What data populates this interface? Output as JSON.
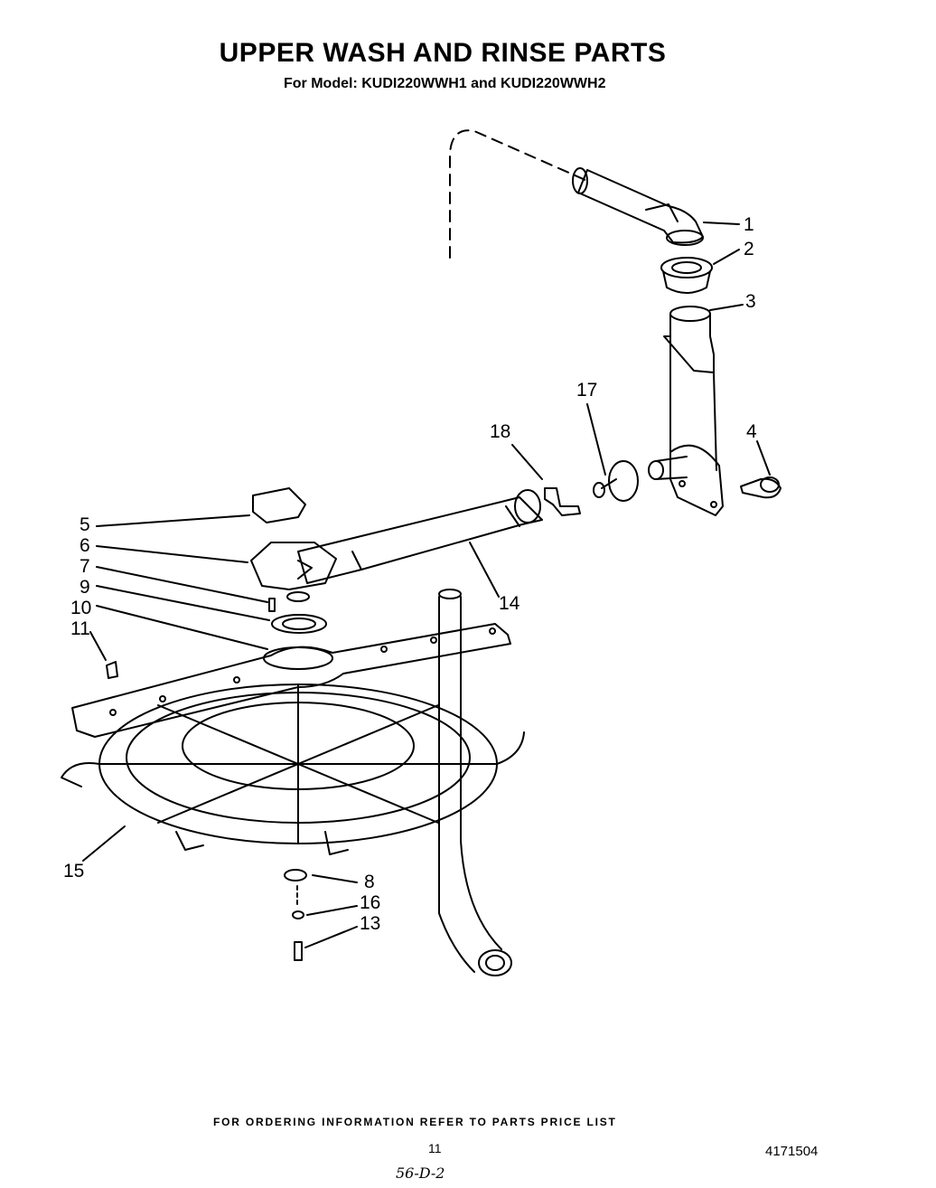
{
  "header": {
    "title": "UPPER WASH AND RINSE PARTS",
    "subtitle": "For Model: KUDI220WWH1 and KUDI220WWH2"
  },
  "callouts": {
    "c1": "1",
    "c2": "2",
    "c3": "3",
    "c4": "4",
    "c5": "5",
    "c6": "6",
    "c7": "7",
    "c8": "8",
    "c9": "9",
    "c10": "10",
    "c11": "11",
    "c13": "13",
    "c14": "14",
    "c15": "15",
    "c16": "16",
    "c17": "17",
    "c18": "18"
  },
  "footer": {
    "ordering_note": "FOR ORDERING INFORMATION REFER TO PARTS PRICE LIST",
    "page_number": "11",
    "document_number": "4171504",
    "handwritten_note": "56-D-2"
  }
}
